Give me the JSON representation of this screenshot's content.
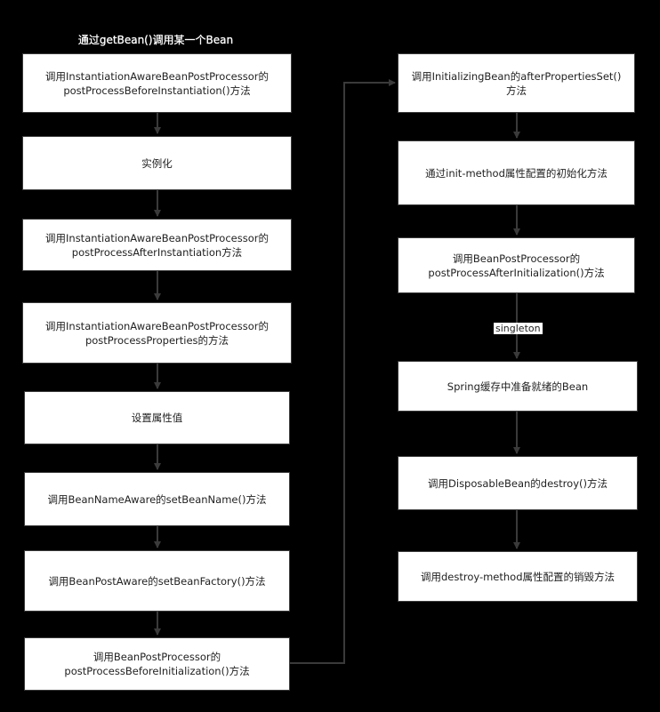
{
  "diagram": {
    "caption": "通过getBean()调用某一个Bean",
    "left_column": [
      "调用InstantiationAwareBeanPostProcessor的\npostProcessBeforeInstantiation()方法",
      "实例化",
      "调用InstantiationAwareBeanPostProcessor的\npostProcessAfterInstantiation方法",
      "调用InstantiationAwareBeanPostProcessor的\npostProcessProperties的方法",
      "设置属性值",
      "调用BeanNameAware的setBeanName()方法",
      "调用BeanPostAware的setBeanFactory()方法",
      "调用BeanPostProcessor的\npostProcessBeforeInitialization()方法"
    ],
    "right_column": [
      "调用InitializingBean的afterPropertiesSet()\n方法",
      "通过init-method属性配置的初始化方法",
      "调用BeanPostProcessor的\npostProcessAfterInitialization()方法",
      "Spring缓存中准备就绪的Bean",
      "调用DisposableBean的destroy()方法",
      "调用destroy-method属性配置的销毁方法"
    ],
    "edge_label": "singleton"
  }
}
